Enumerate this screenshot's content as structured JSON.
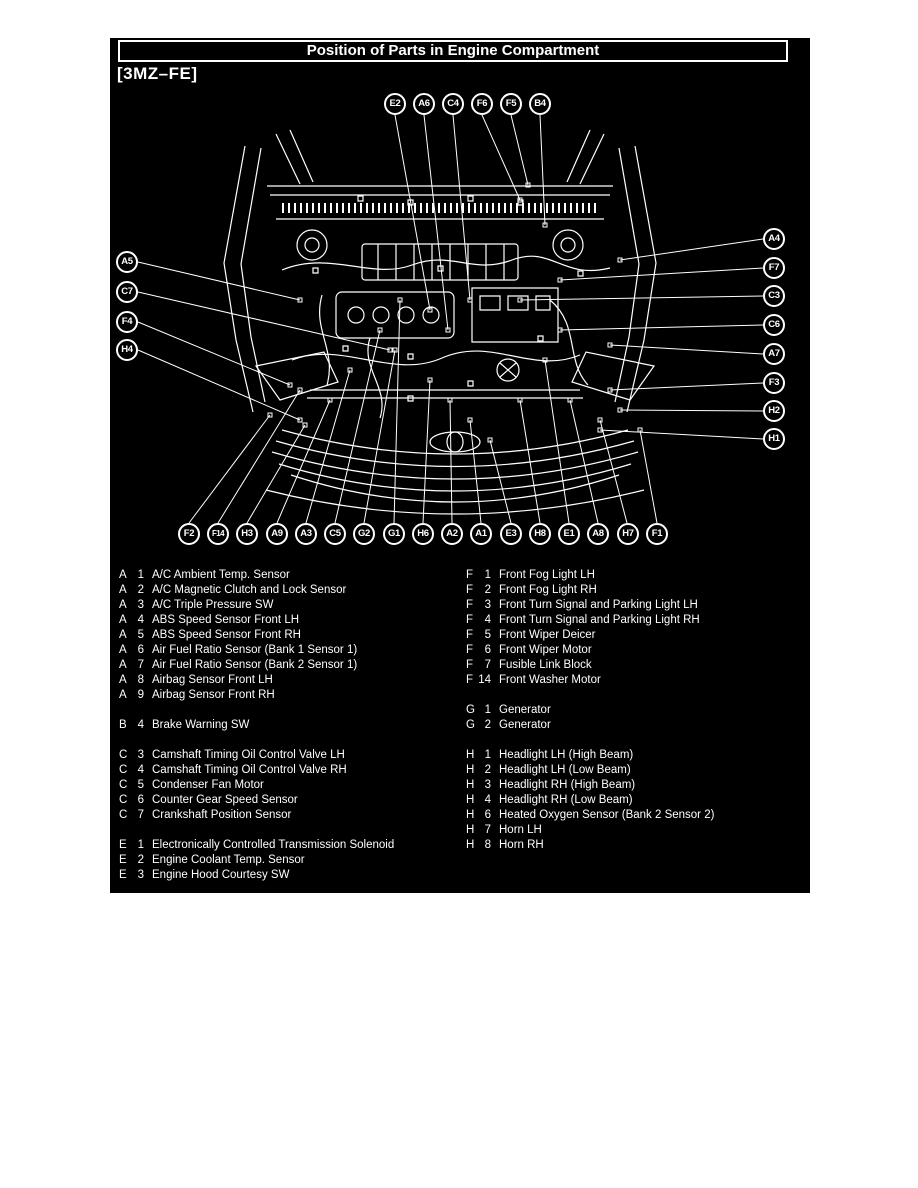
{
  "page": {
    "title": "Position of Parts in Engine Compartment",
    "engine_code": "[3MZ–FE]"
  },
  "colors": {
    "background": "#000000",
    "foreground": "#ffffff"
  },
  "callouts": {
    "top": [
      "E2",
      "A6",
      "C4",
      "F6",
      "F5",
      "B4"
    ],
    "left": [
      "A5",
      "C7",
      "F4",
      "H4"
    ],
    "right": [
      "A4",
      "F7",
      "C3",
      "C6",
      "A7",
      "F3",
      "H2",
      "H1"
    ],
    "bottom": [
      "F2",
      "F14",
      "H3",
      "A9",
      "A3",
      "C5",
      "G2",
      "G1",
      "H6",
      "A2",
      "A1",
      "E3",
      "H8",
      "E1",
      "A8",
      "H7",
      "F1"
    ]
  },
  "legend": {
    "left_groups": [
      {
        "rows": [
          {
            "l": "A",
            "n": "1",
            "t": "A/C Ambient Temp. Sensor"
          },
          {
            "l": "A",
            "n": "2",
            "t": "A/C Magnetic Clutch and Lock Sensor"
          },
          {
            "l": "A",
            "n": "3",
            "t": "A/C Triple Pressure SW"
          },
          {
            "l": "A",
            "n": "4",
            "t": "ABS Speed Sensor Front LH"
          },
          {
            "l": "A",
            "n": "5",
            "t": "ABS Speed Sensor Front RH"
          },
          {
            "l": "A",
            "n": "6",
            "t": "Air Fuel Ratio Sensor (Bank 1 Sensor 1)"
          },
          {
            "l": "A",
            "n": "7",
            "t": "Air Fuel Ratio Sensor (Bank 2 Sensor 1)"
          },
          {
            "l": "A",
            "n": "8",
            "t": "Airbag Sensor Front LH"
          },
          {
            "l": "A",
            "n": "9",
            "t": "Airbag Sensor Front RH"
          }
        ]
      },
      {
        "rows": [
          {
            "l": "B",
            "n": "4",
            "t": "Brake Warning SW"
          }
        ]
      },
      {
        "rows": [
          {
            "l": "C",
            "n": "3",
            "t": "Camshaft Timing Oil Control Valve LH"
          },
          {
            "l": "C",
            "n": "4",
            "t": "Camshaft Timing Oil Control Valve RH"
          },
          {
            "l": "C",
            "n": "5",
            "t": "Condenser Fan Motor"
          },
          {
            "l": "C",
            "n": "6",
            "t": "Counter Gear Speed Sensor"
          },
          {
            "l": "C",
            "n": "7",
            "t": "Crankshaft Position Sensor"
          }
        ]
      },
      {
        "rows": [
          {
            "l": "E",
            "n": "1",
            "t": "Electronically Controlled Transmission Solenoid"
          },
          {
            "l": "E",
            "n": "2",
            "t": "Engine Coolant Temp. Sensor"
          },
          {
            "l": "E",
            "n": "3",
            "t": "Engine Hood Courtesy SW"
          }
        ]
      }
    ],
    "right_groups": [
      {
        "rows": [
          {
            "l": "F",
            "n": "1",
            "t": "Front Fog Light LH"
          },
          {
            "l": "F",
            "n": "2",
            "t": "Front Fog Light RH"
          },
          {
            "l": "F",
            "n": "3",
            "t": "Front Turn Signal and Parking Light LH"
          },
          {
            "l": "F",
            "n": "4",
            "t": "Front Turn Signal and Parking Light RH"
          },
          {
            "l": "F",
            "n": "5",
            "t": "Front Wiper Deicer"
          },
          {
            "l": "F",
            "n": "6",
            "t": "Front Wiper Motor"
          },
          {
            "l": "F",
            "n": "7",
            "t": "Fusible Link Block"
          },
          {
            "l": "F",
            "n": "14",
            "t": "Front Washer Motor"
          }
        ]
      },
      {
        "rows": [
          {
            "l": "G",
            "n": "1",
            "t": "Generator"
          },
          {
            "l": "G",
            "n": "2",
            "t": "Generator"
          }
        ]
      },
      {
        "rows": [
          {
            "l": "H",
            "n": "1",
            "t": "Headlight LH (High Beam)"
          },
          {
            "l": "H",
            "n": "2",
            "t": "Headlight LH (Low Beam)"
          },
          {
            "l": "H",
            "n": "3",
            "t": "Headlight RH (High Beam)"
          },
          {
            "l": "H",
            "n": "4",
            "t": "Headlight RH (Low Beam)"
          },
          {
            "l": "H",
            "n": "6",
            "t": "Heated Oxygen Sensor (Bank 2 Sensor 2)"
          },
          {
            "l": "H",
            "n": "7",
            "t": "Horn LH"
          },
          {
            "l": "H",
            "n": "8",
            "t": "Horn RH"
          }
        ]
      }
    ]
  }
}
